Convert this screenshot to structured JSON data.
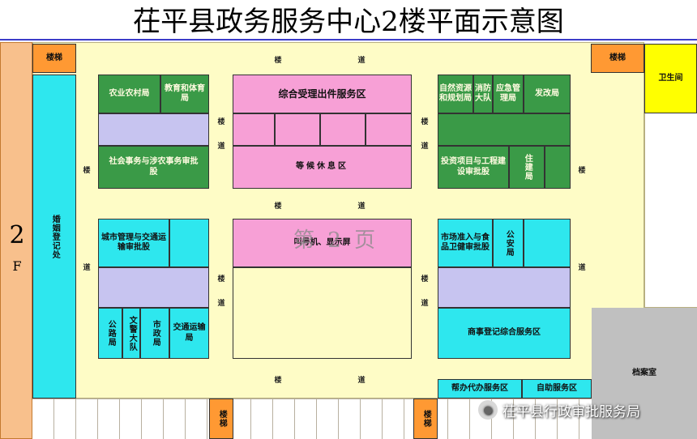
{
  "title": "茌平县政务服务中心2楼平面示意图",
  "floor_label": {
    "number": "2",
    "letter": "F"
  },
  "rooms": {
    "stair_top_left": "楼梯",
    "stair_top_right": "楼梯",
    "toilet": "卫生间",
    "marriage": "婚姻登记处",
    "agri": "农业农村局",
    "edu": "教育和体育局",
    "social": "社会事务与涉农事务审批股",
    "comprehensive": "综合受理出件服务区",
    "waiting": "等候休息区",
    "natural_resources": "自然资源和规划局",
    "fire": "消防大队",
    "emergency": "应急管理局",
    "dev_reform": "发改局",
    "investment": "投资项目与工程建设审批股",
    "housing": "住建局",
    "urban_transport": "城市管理与交通运输审批股",
    "highway": "公路局",
    "cultural_team": "文警大队",
    "municipal": "市政局",
    "transport_bureau": "交通运输局",
    "queue": "叫号机、显示屏",
    "market_food": "市场准入与食品卫健审批股",
    "police": "公安局",
    "business_reg": "商事登记综合服务区",
    "agency": "帮办代办服务区",
    "selfservice": "自助服务区",
    "archive": "档案室",
    "stair_bottom_left": "楼梯",
    "stair_bottom_right": "楼梯"
  },
  "corridor": {
    "lou": "楼",
    "dao": "道"
  },
  "watermark": "第 2 页",
  "brand": {
    "name": "茌平县行政审批服务局",
    "icon": "wechat-icon"
  }
}
